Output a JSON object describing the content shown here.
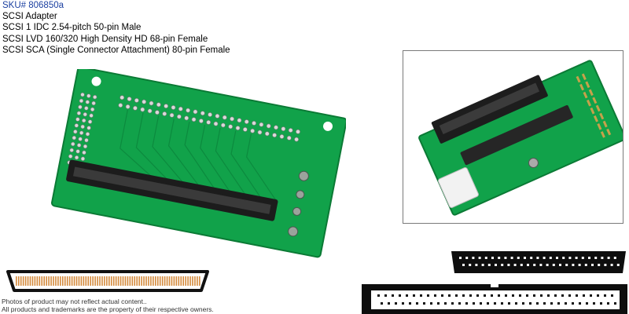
{
  "product": {
    "sku": "SKU# 806850a",
    "name": "SCSI Adapter",
    "connectors": [
      "SCSI 1 IDC 2.54-pitch 50-pin Male",
      "SCSI LVD 160/320 High Density HD 68-pin Female",
      "SCSI SCA (Single Connector Attachment) 80-pin Female"
    ]
  },
  "images": {
    "main_photo": "scsi-adapter-board-photo",
    "inset_photo": "scsi-adapter-assembled-photo",
    "sca80_diagram": "sca-80-pin-connector-outline",
    "idc50_diagram": "scsi-idc-50-pin-connector-outline",
    "hd68_diagram": "scsi-hd-68-pin-connector-outline"
  },
  "colors": {
    "pcb": "#11a24a",
    "pcb_dark": "#0b7a35",
    "sku_blue": "#1a3fa0"
  },
  "footer": {
    "line1": "Photos of product may not reflect actual content..",
    "line2": "All products and trademarks are the property of their respective owners."
  }
}
